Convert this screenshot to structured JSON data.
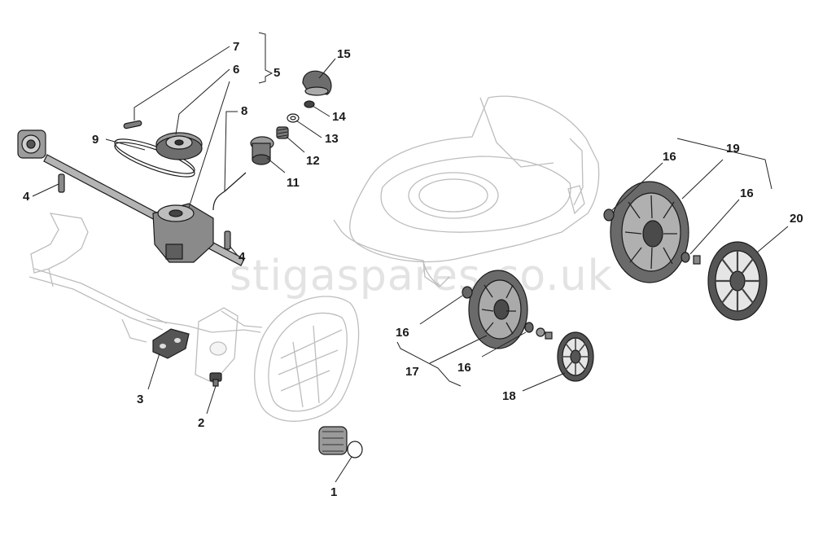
{
  "watermark": "stigaspares.co.uk",
  "labels": {
    "p1": "1",
    "p2": "2",
    "p3": "3",
    "p4a": "4",
    "p4b": "4",
    "p5": "5",
    "p6": "6",
    "p7": "7",
    "p8": "8",
    "p9": "9",
    "p11": "11",
    "p12": "12",
    "p13": "13",
    "p14": "14",
    "p15": "15",
    "p16a": "16",
    "p16b": "16",
    "p16c": "16",
    "p16d": "16",
    "p17": "17",
    "p18": "18",
    "p19": "19",
    "p20": "20"
  }
}
